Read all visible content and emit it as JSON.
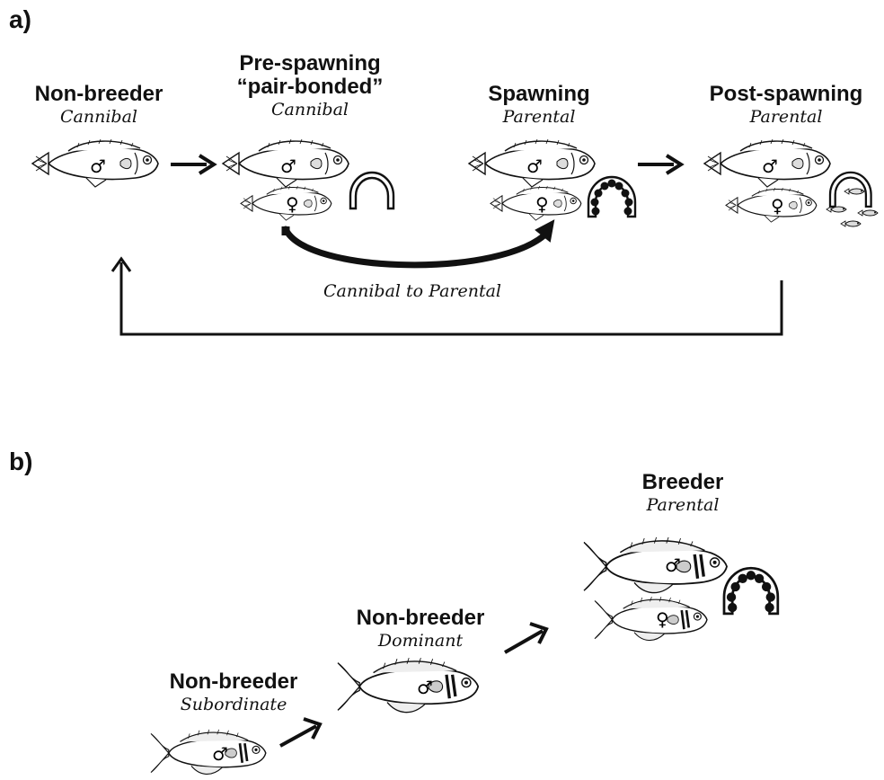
{
  "panel_a": {
    "label": "a)",
    "stages": [
      {
        "title": "Non-breeder",
        "sub": "Cannibal"
      },
      {
        "title": "Pre-spawning",
        "title2": "“pair-bonded”",
        "sub": "Cannibal"
      },
      {
        "title": "Spawning",
        "sub": "Parental"
      },
      {
        "title": "Post-spawning",
        "sub": "Parental"
      }
    ],
    "transition_caption": "Cannibal to Parental"
  },
  "panel_b": {
    "label": "b)",
    "stages": [
      {
        "title": "Non-breeder",
        "sub": "Subordinate"
      },
      {
        "title": "Non-breeder",
        "sub": "Dominant"
      },
      {
        "title": "Breeder",
        "sub": "Parental"
      }
    ]
  },
  "symbols": {
    "male": "♂",
    "female": "♀"
  }
}
